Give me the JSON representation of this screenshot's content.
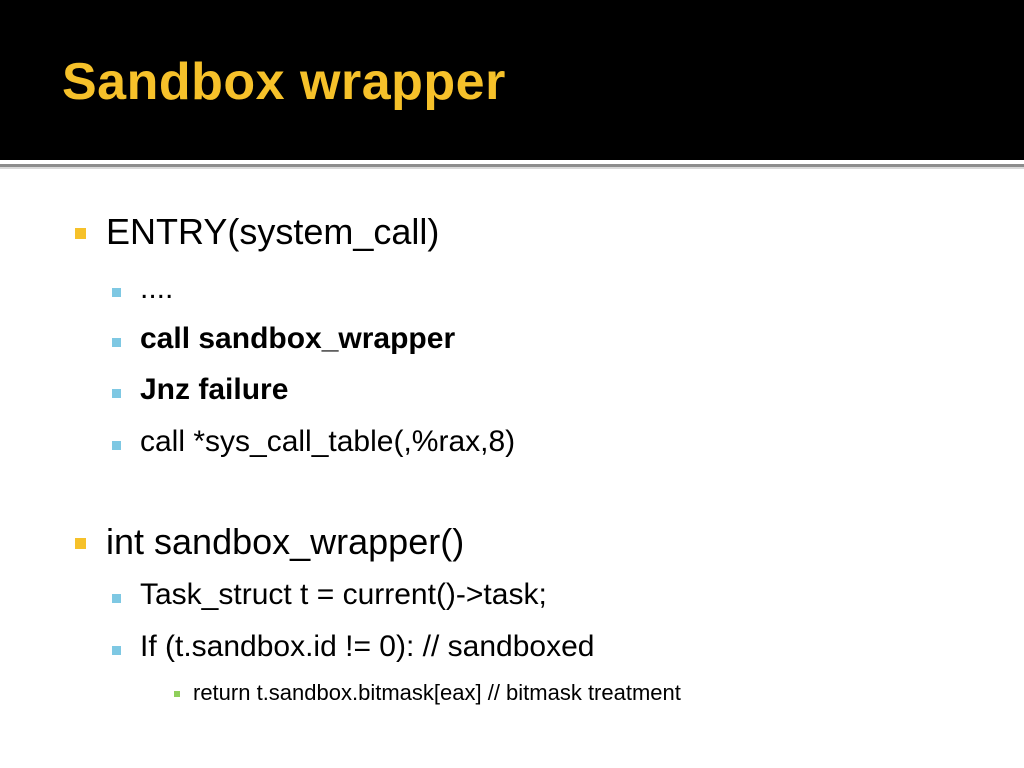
{
  "slide": {
    "title": "Sandbox wrapper",
    "bullets": [
      {
        "text": "ENTRY(system_call)",
        "children": [
          {
            "text": "....",
            "bold": false
          },
          {
            "text": "call sandbox_wrapper",
            "bold": true
          },
          {
            "text": "Jnz failure",
            "bold": true
          },
          {
            "text": "call *sys_call_table(,%rax,8)",
            "bold": false
          }
        ]
      },
      {
        "text": "int sandbox_wrapper()",
        "children": [
          {
            "text": "Task_struct t = current()->task;",
            "bold": false
          },
          {
            "text": "If (t.sandbox.id != 0): // sandboxed",
            "bold": false,
            "children": [
              {
                "text": "return t.sandbox.bitmask[eax] // bitmask treatment"
              }
            ]
          }
        ]
      }
    ]
  },
  "colors": {
    "title_bar": "#000000",
    "title_text": "#f6c12a",
    "level1_bullet": "#f6c12a",
    "level2_bullet": "#7ec8e3",
    "level3_bullet": "#8fcf5b"
  },
  "icons": {
    "level1": "square-bullet-icon",
    "level2": "square-bullet-icon",
    "level3": "square-bullet-icon"
  }
}
